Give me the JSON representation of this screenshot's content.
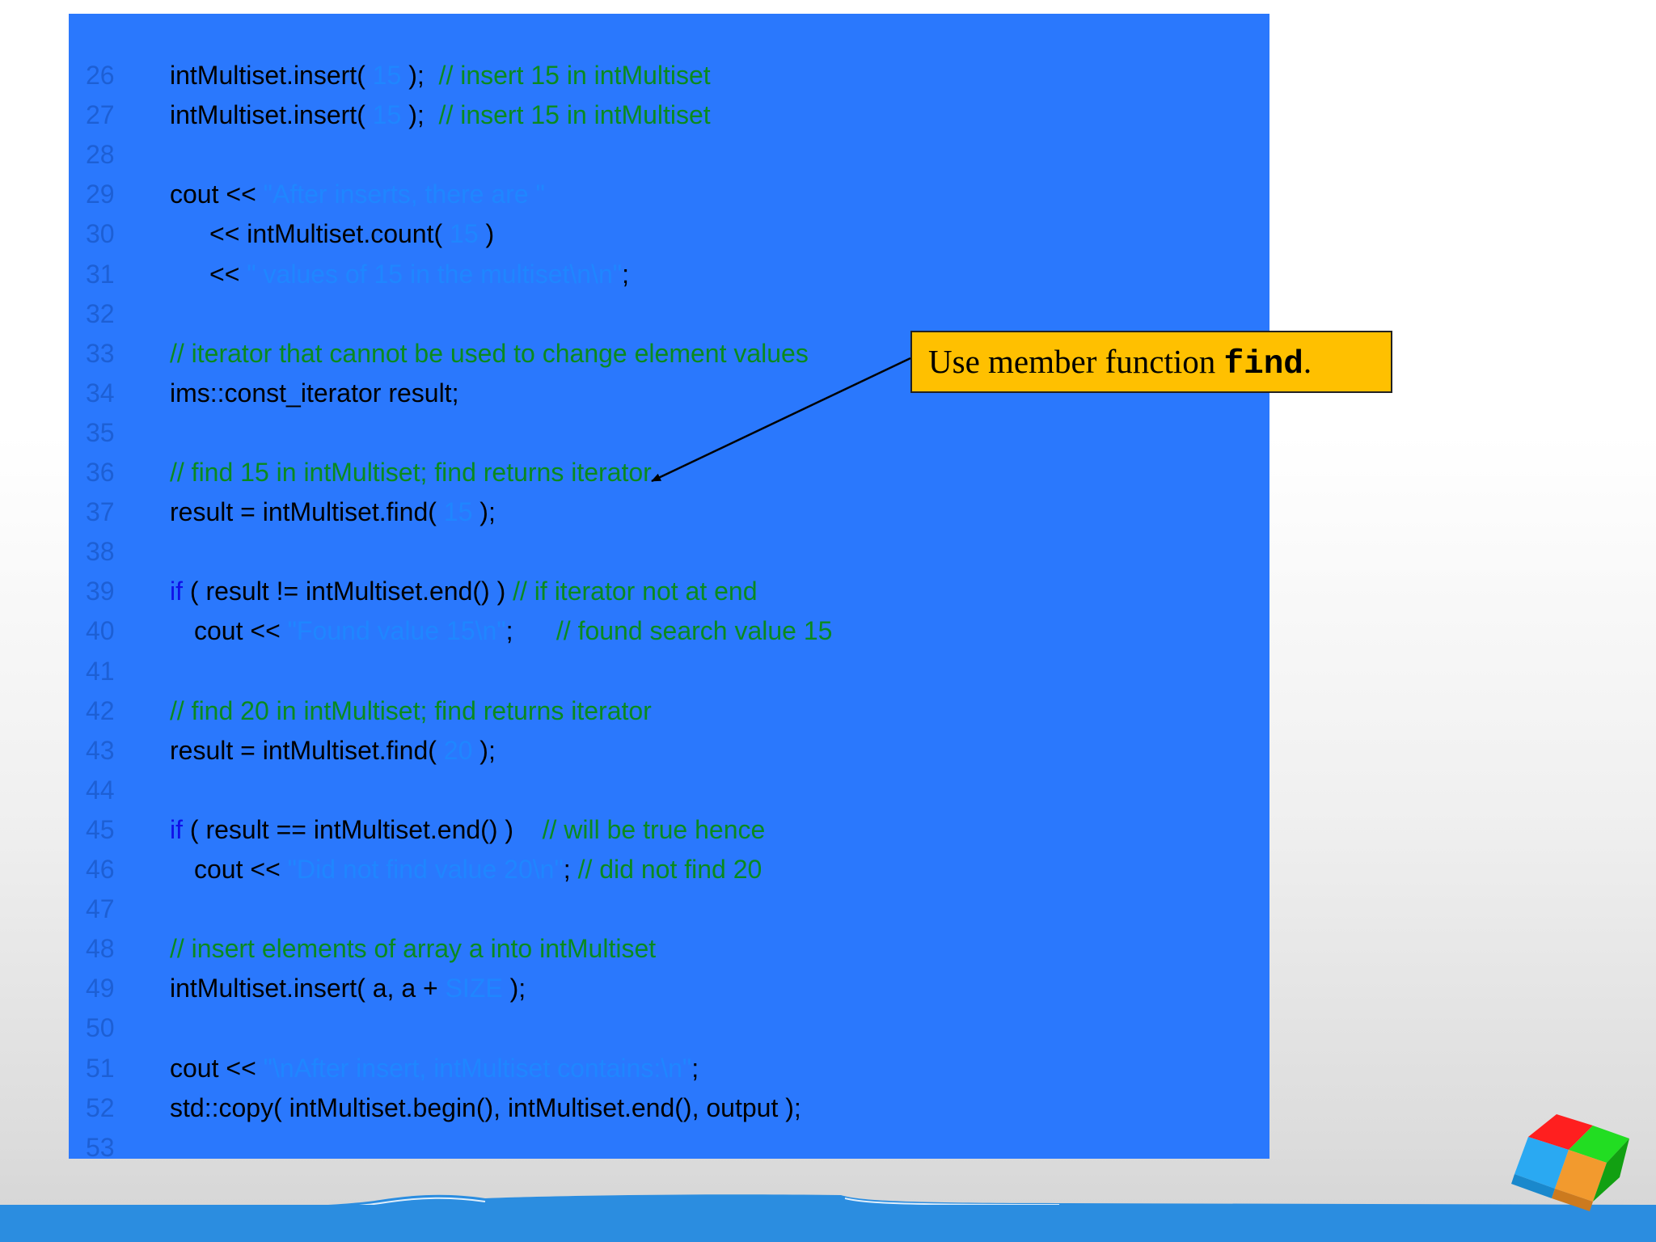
{
  "code_lines": [
    {
      "num": "26",
      "indent": 0,
      "tokens": [
        {
          "t": "intMultiset.insert( ",
          "c": "plain"
        },
        {
          "t": "15",
          "c": "literal"
        },
        {
          "t": " );  ",
          "c": "plain"
        },
        {
          "t": "// insert 15 in intMultiset",
          "c": "comment"
        }
      ]
    },
    {
      "num": "27",
      "indent": 0,
      "tokens": [
        {
          "t": "intMultiset.insert( ",
          "c": "plain"
        },
        {
          "t": "15",
          "c": "literal"
        },
        {
          "t": " );  ",
          "c": "plain"
        },
        {
          "t": "// insert 15 in intMultiset",
          "c": "comment"
        }
      ]
    },
    {
      "num": "28",
      "indent": 0,
      "tokens": []
    },
    {
      "num": "29",
      "indent": 0,
      "tokens": [
        {
          "t": "cout << ",
          "c": "plain"
        },
        {
          "t": "\"After inserts, there are \"",
          "c": "literal"
        }
      ]
    },
    {
      "num": "30",
      "indent": 2,
      "tokens": [
        {
          "t": "<< intMultiset.count( ",
          "c": "plain"
        },
        {
          "t": "15",
          "c": "literal"
        },
        {
          "t": " )",
          "c": "plain"
        }
      ]
    },
    {
      "num": "31",
      "indent": 2,
      "tokens": [
        {
          "t": "<< ",
          "c": "plain"
        },
        {
          "t": "\" values of 15 in the multiset\\n\\n\"",
          "c": "literal"
        },
        {
          "t": ";",
          "c": "plain"
        }
      ]
    },
    {
      "num": "32",
      "indent": 0,
      "tokens": []
    },
    {
      "num": "33",
      "indent": 0,
      "tokens": [
        {
          "t": "// iterator that cannot be used to change element values",
          "c": "comment"
        }
      ]
    },
    {
      "num": "34",
      "indent": 0,
      "tokens": [
        {
          "t": "ims::const_iterator result;",
          "c": "plain"
        }
      ]
    },
    {
      "num": "35",
      "indent": 0,
      "tokens": []
    },
    {
      "num": "36",
      "indent": 0,
      "tokens": [
        {
          "t": "// find 15 in intMultiset; find returns iterator",
          "c": "comment"
        }
      ]
    },
    {
      "num": "37",
      "indent": 0,
      "tokens": [
        {
          "t": "result = intMultiset.find( ",
          "c": "plain"
        },
        {
          "t": "15",
          "c": "literal"
        },
        {
          "t": " );",
          "c": "plain"
        }
      ]
    },
    {
      "num": "38",
      "indent": 0,
      "tokens": []
    },
    {
      "num": "39",
      "indent": 0,
      "tokens": [
        {
          "t": "if",
          "c": "keyword"
        },
        {
          "t": " ( result != intMultiset.end() ) ",
          "c": "plain"
        },
        {
          "t": "// if iterator not at end",
          "c": "comment"
        }
      ]
    },
    {
      "num": "40",
      "indent": 1,
      "tokens": [
        {
          "t": "cout << ",
          "c": "plain"
        },
        {
          "t": "\"Found value 15\\n\"",
          "c": "literal"
        },
        {
          "t": ";      ",
          "c": "plain"
        },
        {
          "t": "// found search value 15",
          "c": "comment"
        }
      ]
    },
    {
      "num": "41",
      "indent": 0,
      "tokens": []
    },
    {
      "num": "42",
      "indent": 0,
      "tokens": [
        {
          "t": "// find 20 in intMultiset; find returns iterator",
          "c": "comment"
        }
      ]
    },
    {
      "num": "43",
      "indent": 0,
      "tokens": [
        {
          "t": "result = intMultiset.find( ",
          "c": "plain"
        },
        {
          "t": "20",
          "c": "literal"
        },
        {
          "t": " );",
          "c": "plain"
        }
      ]
    },
    {
      "num": "44",
      "indent": 0,
      "tokens": []
    },
    {
      "num": "45",
      "indent": 0,
      "tokens": [
        {
          "t": "if",
          "c": "keyword"
        },
        {
          "t": " ( result == intMultiset.end() )    ",
          "c": "plain"
        },
        {
          "t": "// will be true hence",
          "c": "comment"
        }
      ]
    },
    {
      "num": "46",
      "indent": 1,
      "tokens": [
        {
          "t": "cout << ",
          "c": "plain"
        },
        {
          "t": "\"Did not find value 20\\n\"",
          "c": "literal"
        },
        {
          "t": "; ",
          "c": "plain"
        },
        {
          "t": "// did not find 20",
          "c": "comment"
        }
      ]
    },
    {
      "num": "47",
      "indent": 0,
      "tokens": []
    },
    {
      "num": "48",
      "indent": 0,
      "tokens": [
        {
          "t": "// insert elements of array a into intMultiset",
          "c": "comment"
        }
      ]
    },
    {
      "num": "49",
      "indent": 0,
      "tokens": [
        {
          "t": "intMultiset.insert( a, a + ",
          "c": "plain"
        },
        {
          "t": "SIZE",
          "c": "literal"
        },
        {
          "t": " );",
          "c": "plain"
        }
      ]
    },
    {
      "num": "50",
      "indent": 0,
      "tokens": []
    },
    {
      "num": "51",
      "indent": 0,
      "tokens": [
        {
          "t": "cout << ",
          "c": "plain"
        },
        {
          "t": "\"\\nAfter insert, intMultiset contains:\\n\"",
          "c": "literal"
        },
        {
          "t": ";",
          "c": "plain"
        }
      ]
    },
    {
      "num": "52",
      "indent": 0,
      "tokens": [
        {
          "t": "std::copy( intMultiset.begin(), intMultiset.end(), output );",
          "c": "plain"
        }
      ]
    },
    {
      "num": "53",
      "indent": 0,
      "tokens": []
    }
  ],
  "callout": {
    "text_before": "Use member function ",
    "code_word": "find",
    "text_after": "."
  },
  "colors": {
    "panel_background": "#2a78fd",
    "line_number": "#1d5fd4",
    "plain_text": "#000000",
    "comment": "#0a8a1e",
    "keyword": "#1010e8",
    "string_literal": "#1f86ff",
    "callout_background": "#ffc000",
    "bottom_band": "#2b8de0"
  }
}
